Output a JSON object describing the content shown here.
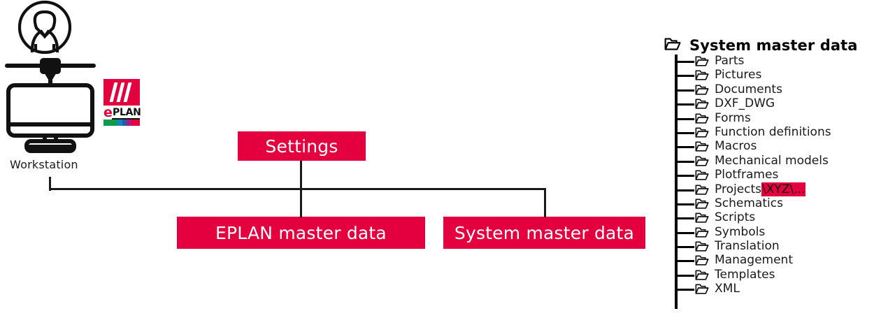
{
  "workstation": {
    "label": "Workstation",
    "person_icon": "person-avatar-icon",
    "monitor_icon": "desktop-monitor-icon"
  },
  "eplan_logo": {
    "mark_icon": "eplan-slashes-icon",
    "e_letter": "e",
    "wordmark": "PLAN",
    "brand_color": "#E4003F",
    "colorbar": [
      {
        "name": "green",
        "color": "#0E9A4F",
        "width": 20
      },
      {
        "name": "blue",
        "color": "#1B7FC4",
        "width": 7
      },
      {
        "name": "teal-blue",
        "color": "#1D5FA8",
        "width": 6
      },
      {
        "name": "magenta",
        "color": "#A81B7F",
        "width": 7
      },
      {
        "name": "crimson",
        "color": "#E4003F",
        "width": 12
      }
    ]
  },
  "diagram": {
    "accent_color": "#E4003F",
    "line_color": "#1a1a1a",
    "boxes": [
      {
        "id": "settings",
        "label": "Settings"
      },
      {
        "id": "eplan-master-data",
        "label": "EPLAN master data"
      },
      {
        "id": "system-master-data",
        "label": "System master data"
      }
    ]
  },
  "folder_tree": {
    "root": {
      "label": "System master data",
      "icon": "folder-icon"
    },
    "items": [
      {
        "label": "Parts",
        "icon": "folder-icon"
      },
      {
        "label": "Pictures",
        "icon": "folder-icon"
      },
      {
        "label": "Documents",
        "icon": "folder-icon"
      },
      {
        "label": "DXF_DWG",
        "icon": "folder-icon"
      },
      {
        "label": "Forms",
        "icon": "folder-icon"
      },
      {
        "label": "Function definitions",
        "icon": "folder-icon"
      },
      {
        "label": "Macros",
        "icon": "folder-icon"
      },
      {
        "label": "Mechanical models",
        "icon": "folder-icon"
      },
      {
        "label": "Plotframes",
        "icon": "folder-icon"
      },
      {
        "label": "Projects",
        "highlight": "\\XYZ\\...",
        "icon": "folder-icon"
      },
      {
        "label": "Schematics",
        "icon": "folder-icon"
      },
      {
        "label": "Scripts",
        "icon": "folder-icon"
      },
      {
        "label": "Symbols",
        "icon": "folder-icon"
      },
      {
        "label": "Translation",
        "icon": "folder-icon"
      },
      {
        "label": "Management",
        "icon": "folder-icon"
      },
      {
        "label": "Templates",
        "icon": "folder-icon"
      },
      {
        "label": "XML",
        "icon": "folder-icon"
      }
    ]
  }
}
